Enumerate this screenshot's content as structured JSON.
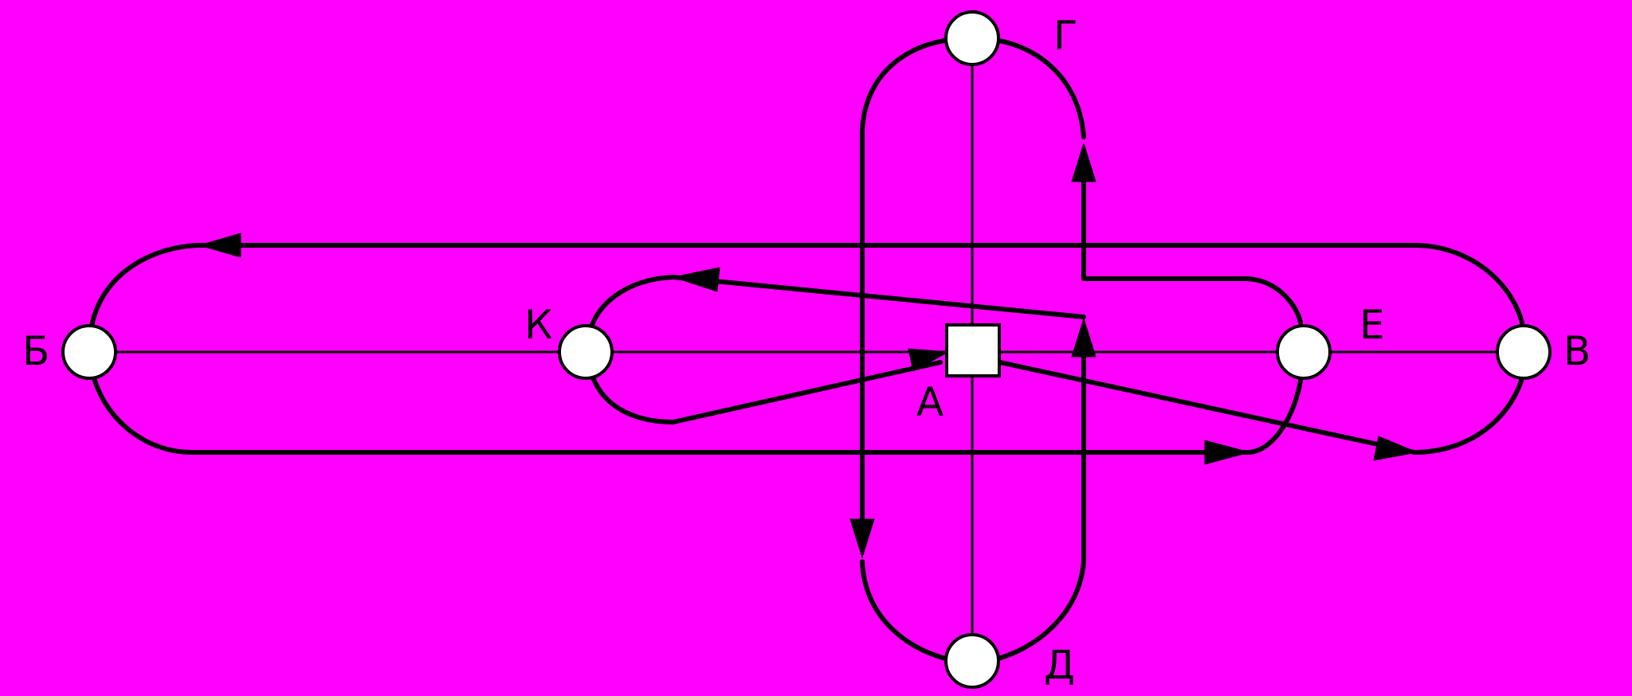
{
  "diagram": {
    "background": "#ff00ff",
    "line_color": "#000000",
    "node_fill": "#ffffff",
    "nodes": {
      "A": {
        "label": "А",
        "shape": "square"
      },
      "B": {
        "label": "Б",
        "shape": "circle"
      },
      "V": {
        "label": "В",
        "shape": "circle"
      },
      "G": {
        "label": "Г",
        "shape": "circle"
      },
      "D": {
        "label": "Д",
        "shape": "circle"
      },
      "E": {
        "label": "Е",
        "shape": "circle"
      },
      "K": {
        "label": "К",
        "shape": "circle"
      }
    }
  }
}
